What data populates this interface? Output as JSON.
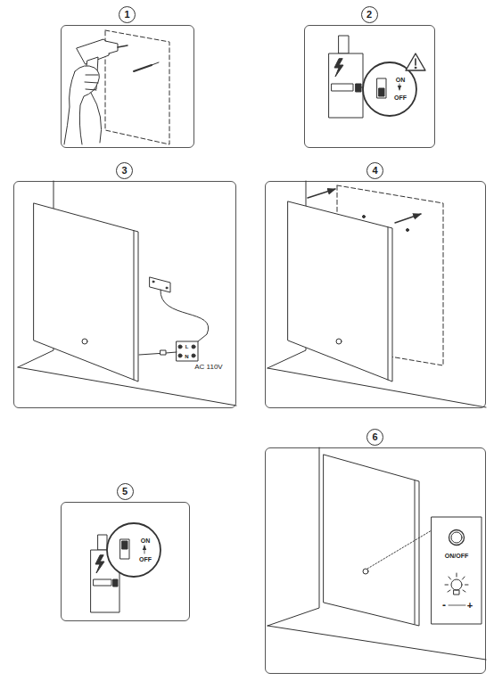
{
  "diagram": {
    "nodes": [
      {
        "text": [
          "1"
        ]
      },
      {
        "text": [
          "2"
        ]
      },
      {
        "text": [
          "3"
        ]
      },
      {
        "text": [
          "4"
        ]
      },
      {
        "text": [
          "5"
        ]
      },
      {
        "text": [
          "6"
        ]
      }
    ],
    "labels": [
      "ON",
      "OFF",
      "L",
      "N",
      "AC 110V",
      "ON",
      "OFF",
      "ON/OFF",
      "-",
      "+"
    ]
  }
}
